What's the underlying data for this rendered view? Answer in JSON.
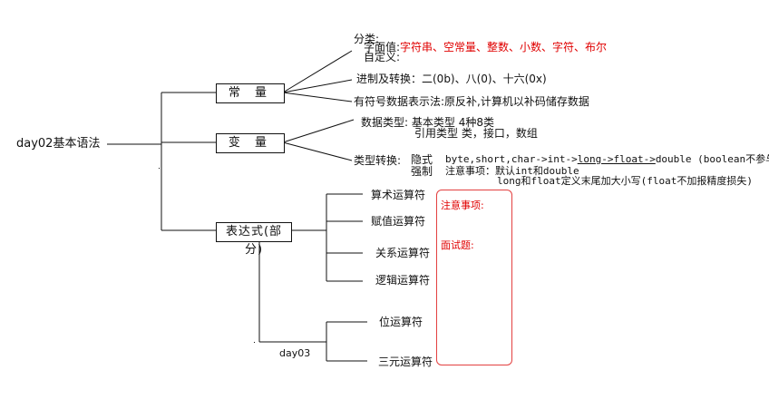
{
  "root": {
    "label": "day02基本语法"
  },
  "branches": {
    "constants": {
      "label": "常 量",
      "category_heading": "分类:",
      "literal_label": "字面值:",
      "literal_items": "字符串、空常量、整数、小数、字符、布尔",
      "custom_label": "自定义:",
      "radix_text": "进制及转换：二(0b)、八(0)、十六(0x)",
      "signed_text": "有符号数据表示法:原反补,计算机以补码储存数据"
    },
    "variables": {
      "label": "变 量",
      "datatype_label": "数据类型:",
      "primitive_text": "基本类型   4种8类",
      "reference_text": "引用类型   类，接口，数组",
      "conversion_label": "类型转换:",
      "implicit_label": "隐式",
      "implicit_prefix": "byte,short,char->int->",
      "implicit_long": "long->",
      "implicit_float": "float->",
      "implicit_suffix": "double (boolean不参与)",
      "explicit_label": "强制",
      "explicit_note": "注意事项：默认int和double",
      "explicit_note2": "long和float定义末尾加大小写(float不加报精度损失)"
    },
    "expressions": {
      "label": "表达式(部分)",
      "operators": [
        "算术运算符",
        "赋值运算符",
        "关系运算符",
        "逻辑运算符"
      ],
      "day03_label": "day03",
      "day03_operators": [
        "位运算符",
        "三元运算符"
      ]
    }
  },
  "notes": {
    "attention": "注意事项:",
    "interview": "面试题:"
  },
  "colors": {
    "line": "#111111",
    "accent_red": "#e00000",
    "note_border": "#e34040"
  }
}
